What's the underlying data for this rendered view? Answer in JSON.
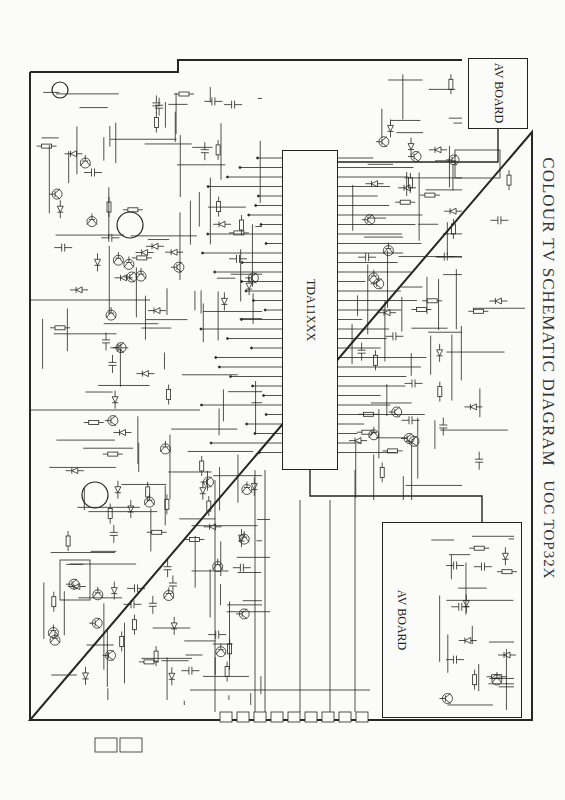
{
  "diagram": {
    "title": "COLOUR TV SCHEMATIC DIAGRAM",
    "nodes": [
      {
        "text": [
          "TDA11XXX"
        ]
      },
      {
        "text": [
          "AV BOARD"
        ]
      },
      {
        "text": [
          "AV BOARD"
        ]
      }
    ],
    "edges": [
      {
        "from": 0,
        "to": 2,
        "arrow": "none"
      },
      {
        "from": 0,
        "to": 1,
        "arrow": "none"
      }
    ],
    "labels": [
      "UOC TOP32X"
    ]
  }
}
